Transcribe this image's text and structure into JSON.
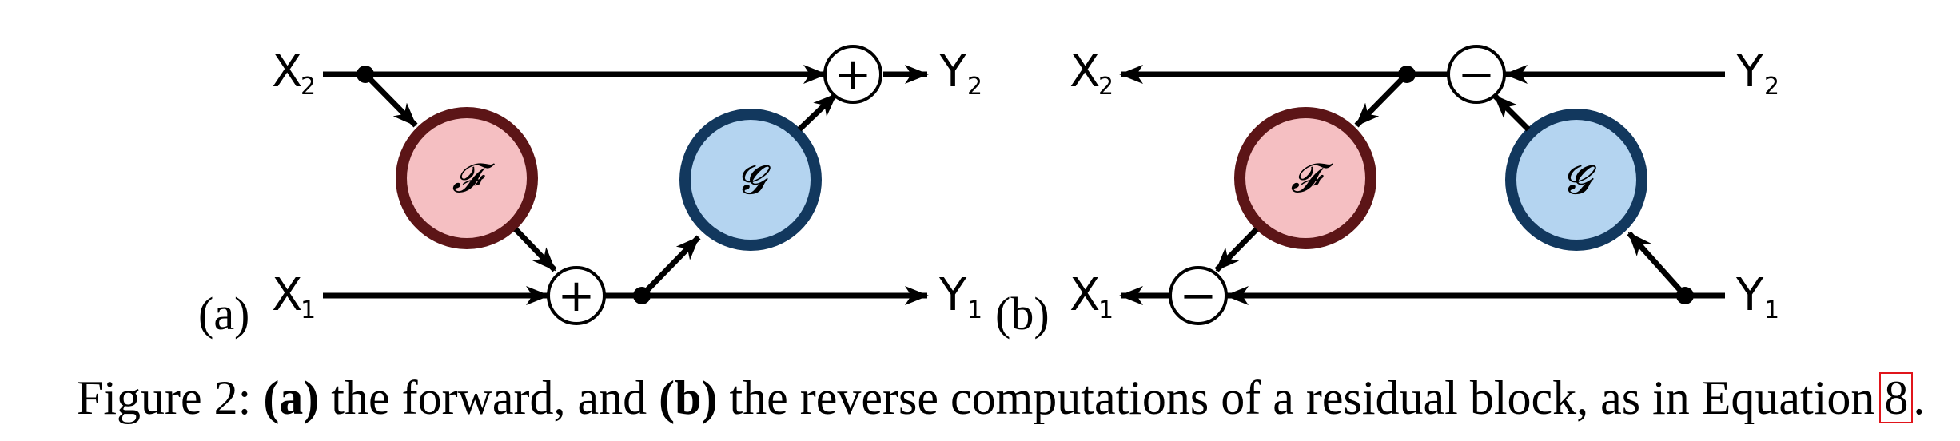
{
  "colors": {
    "f_fill": "#f5bfc2",
    "f_stroke": "#5c1517",
    "g_fill": "#b4d4f0",
    "g_stroke": "#12385e",
    "line": "#000000",
    "ref_box": "#e0151b"
  },
  "panel_a": {
    "label": "(a)",
    "inputs": {
      "x2": "X",
      "x2_sub": "2",
      "x1": "X",
      "x1_sub": "1"
    },
    "outputs": {
      "y2": "Y",
      "y2_sub": "2",
      "y1": "Y",
      "y1_sub": "1"
    },
    "f_label": "𝓕",
    "g_label": "𝓖",
    "op_top": "+",
    "op_bottom": "+"
  },
  "panel_b": {
    "label": "(b)",
    "outputs": {
      "x2": "X",
      "x2_sub": "2",
      "x1": "X",
      "x1_sub": "1"
    },
    "inputs": {
      "y2": "Y",
      "y2_sub": "2",
      "y1": "Y",
      "y1_sub": "1"
    },
    "f_label": "𝓕",
    "g_label": "𝓖",
    "op_top": "−",
    "op_bottom": "−"
  },
  "caption": {
    "prefix": "Figure 2: ",
    "a_marker": "(a)",
    "mid1": " the forward, and ",
    "b_marker": "(b)",
    "mid2": " the reverse computations of a residual block, as in Equation",
    "ref": "8",
    "end": "."
  }
}
